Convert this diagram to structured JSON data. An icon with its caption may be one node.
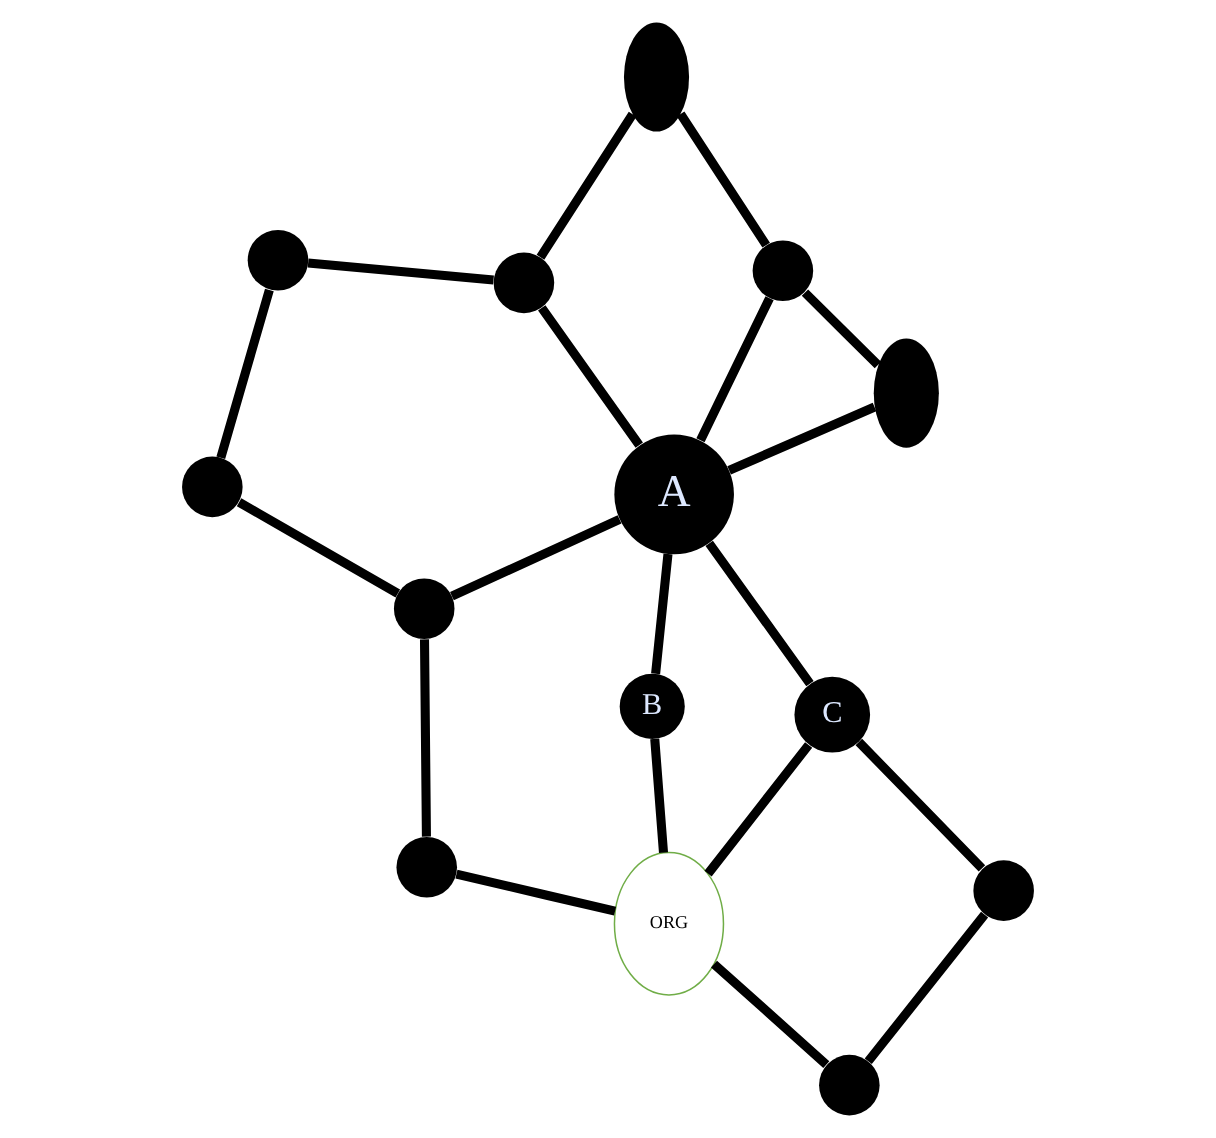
{
  "diagram": {
    "nodes": [
      {
        "text": [],
        "shape": "circle"
      },
      {
        "text": [],
        "shape": "circle"
      },
      {
        "text": [],
        "shape": "circle"
      },
      {
        "text": [
          "B"
        ]
      },
      {
        "text": [
          "A"
        ]
      },
      {
        "text": [],
        "shape": "circle"
      },
      {
        "text": [],
        "shape": "circle"
      },
      {
        "text": [
          "ORG"
        ]
      },
      {
        "text": [],
        "shape": "ellipse"
      },
      {
        "text": [],
        "shape": "circle"
      },
      {
        "text": [],
        "shape": "ellipse"
      },
      {
        "text": [],
        "shape": "circle"
      },
      {
        "text": [
          "C"
        ]
      },
      {
        "text": [],
        "shape": "circle"
      }
    ],
    "edges": [
      {
        "from": 0,
        "to": 5,
        "arrow": "none"
      },
      {
        "from": 0,
        "to": 4,
        "arrow": "none"
      },
      {
        "from": 0,
        "to": 1,
        "arrow": "none"
      },
      {
        "from": 1,
        "to": 2,
        "arrow": "none"
      },
      {
        "from": 2,
        "to": 6,
        "arrow": "none"
      },
      {
        "from": 6,
        "to": 4,
        "arrow": "none"
      },
      {
        "from": 6,
        "to": 8,
        "arrow": "none"
      },
      {
        "from": 8,
        "to": 13,
        "arrow": "none"
      },
      {
        "from": 13,
        "to": 4,
        "arrow": "none"
      },
      {
        "from": 13,
        "to": 10,
        "arrow": "none"
      },
      {
        "from": 10,
        "to": 4,
        "arrow": "none"
      },
      {
        "from": 4,
        "to": 12,
        "arrow": "none"
      },
      {
        "from": 3,
        "to": 4,
        "arrow": "none"
      },
      {
        "from": 3,
        "to": 7,
        "arrow": "none"
      },
      {
        "from": 5,
        "to": 7,
        "arrow": "none"
      },
      {
        "from": 7,
        "to": 9,
        "arrow": "none"
      },
      {
        "from": 9,
        "to": 11,
        "arrow": "none"
      },
      {
        "from": 11,
        "to": 12,
        "arrow": "none"
      },
      {
        "from": 7,
        "to": 12,
        "arrow": "none"
      }
    ]
  }
}
